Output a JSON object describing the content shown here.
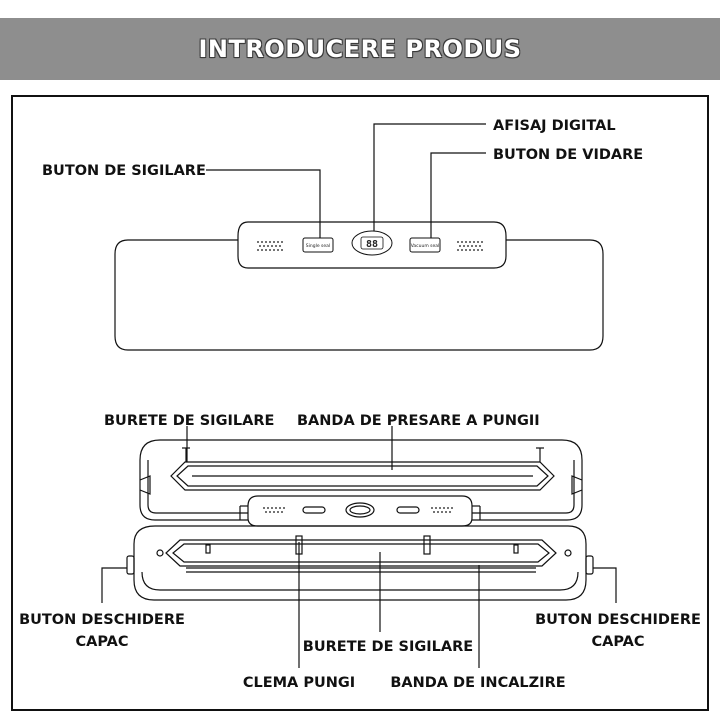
{
  "banner": {
    "title": "INTRODUCERE PRODUS"
  },
  "labels": {
    "afisaj_digital": "AFISAJ DIGITAL",
    "buton_de_sigilare": "BUTON DE SIGILARE",
    "buton_de_vidare": "BUTON DE VIDARE",
    "burete_de_sigilare_top": "BURETE DE SIGILARE",
    "banda_de_presare": "BANDA DE PRESARE A PUNGII",
    "buton_deschidere_left_1": "BUTON DESCHIDERE",
    "buton_deschidere_left_2": "CAPAC",
    "buton_deschidere_right_1": "BUTON DESCHIDERE",
    "buton_deschidere_right_2": "CAPAC",
    "burete_de_sigilare_bottom": "BURETE DE SIGILARE",
    "clema_pungi": "CLEMA PUNGI",
    "banda_de_incalzire": "BANDA DE INCALZIRE"
  },
  "panel": {
    "single_seal_label": "Single seal",
    "vacuum_seal_label": "Vacuum seal",
    "display_value": "88"
  },
  "colors": {
    "banner": "#8e8e8e",
    "line": "#111111"
  }
}
